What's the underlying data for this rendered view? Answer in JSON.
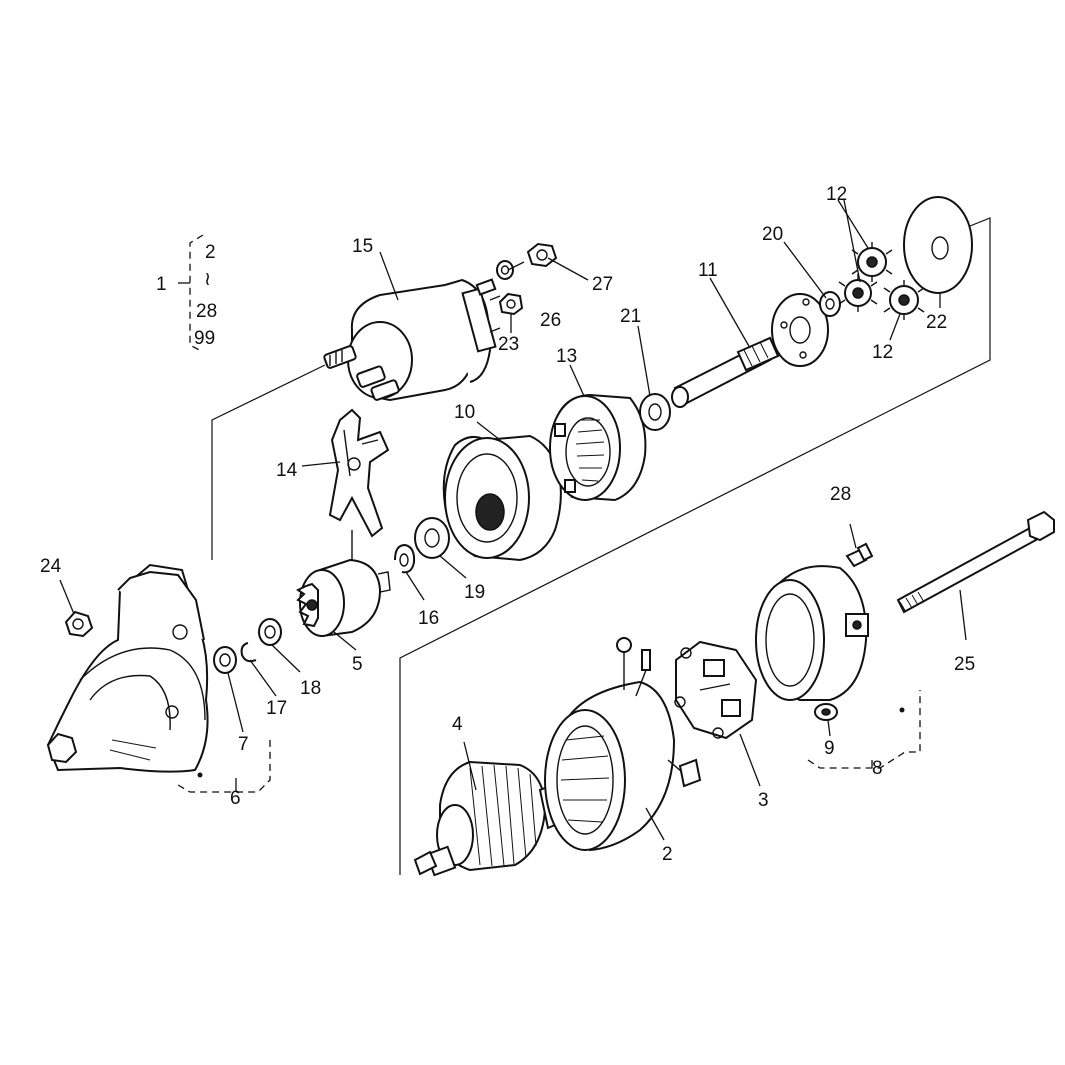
{
  "labels": {
    "p1": "1",
    "p2": "2",
    "p3": "3",
    "p4": "4",
    "p5": "5",
    "p6": "6",
    "p7": "7",
    "p8": "8",
    "p9": "9",
    "p10": "10",
    "p11": "11",
    "p12a": "12",
    "p12b": "12",
    "p13": "13",
    "p14": "14",
    "p15": "15",
    "p16": "16",
    "p17": "17",
    "p18": "18",
    "p19": "19",
    "p20": "20",
    "p21": "21",
    "p22": "22",
    "p23": "23",
    "p24": "24",
    "p25": "25",
    "p26": "26",
    "p27": "27",
    "p28": "28"
  },
  "kit": {
    "from": "2",
    "range_mark": "≀",
    "to": "28",
    "extra": "99"
  }
}
